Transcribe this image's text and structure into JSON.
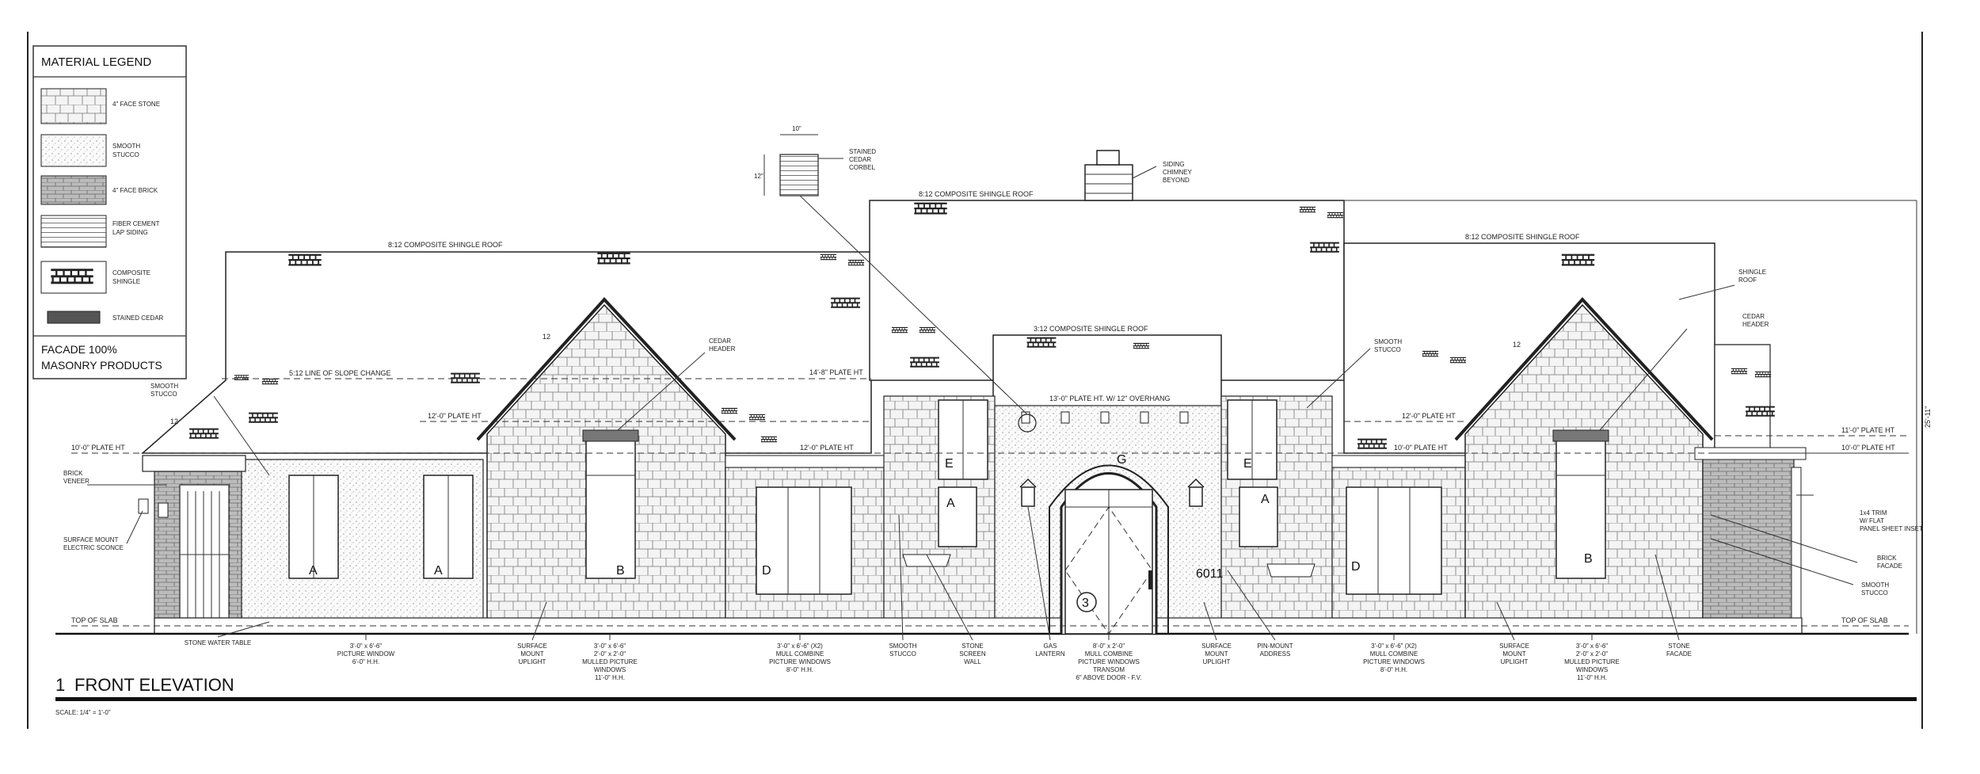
{
  "legend": {
    "title": "MATERIAL LEGEND",
    "items": [
      {
        "label_1": "4\" FACE STONE",
        "label_2": ""
      },
      {
        "label_1": "SMOOTH",
        "label_2": "STUCCO"
      },
      {
        "label_1": "4\" FACE BRICK",
        "label_2": ""
      },
      {
        "label_1": "FIBER CEMENT",
        "label_2": "LAP SIDING"
      },
      {
        "label_1": "COMPOSITE",
        "label_2": "SHINGLE"
      },
      {
        "label_1": "STAINED CEDAR",
        "label_2": ""
      }
    ],
    "note_1": "FACADE 100%",
    "note_2": "MASONRY PRODUCTS"
  },
  "drawing": {
    "title_number": "1",
    "title": "FRONT ELEVATION",
    "scale": "SCALE: 1/4\" = 1'-0\"",
    "overall_height": "25'-11\"",
    "address": "6011",
    "door_tag": "3"
  },
  "roof_labels": {
    "left": "8:12 COMPOSITE SHINGLE ROOF",
    "center": "8:12 COMPOSITE SHINGLE ROOF",
    "right": "8:12 COMPOSITE SHINGLE ROOF",
    "entry": "3:12 COMPOSITE SHINGLE ROOF",
    "slope_change": "5:12 LINE OF SLOPE CHANGE",
    "pitch": "12"
  },
  "plate_heights": {
    "p10_left": "10'-0\" PLATE HT",
    "p12_left": "12'-0\" PLATE HT",
    "p14": "14'-8\" PLATE HT",
    "p12_mid": "12'-0\" PLATE HT",
    "p13_entry": "13'-0\" PLATE HT. W/ 12\" OVERHANG",
    "p12_right": "12'-0\" PLATE HT",
    "p10_right_mid": "10'-0\" PLATE HT",
    "p11_right": "11'-0\" PLATE HT",
    "p10_right": "10'-0\" PLATE HT",
    "slab_left": "TOP OF SLAB",
    "slab_right": "TOP OF SLAB"
  },
  "callouts": {
    "corbel": [
      "STAINED",
      "CEDAR",
      "CORBEL"
    ],
    "corbel_dim_w": "10\"",
    "corbel_dim_h": "12\"",
    "chimney": [
      "SIDING",
      "CHIMNEY",
      "BEYOND"
    ],
    "cedar_header_left": [
      "CEDAR",
      "HEADER"
    ],
    "cedar_header_right": [
      "CEDAR",
      "HEADER"
    ],
    "smooth_stucco_left": [
      "SMOOTH",
      "STUCCO"
    ],
    "smooth_stucco_center": [
      "SMOOTH",
      "STUCCO"
    ],
    "shingle_roof": [
      "SHINGLE",
      "ROOF"
    ],
    "brick_veneer": [
      "BRICK",
      "VENEER"
    ],
    "sconce": [
      "SURFACE MOUNT",
      "ELECTRIC SCONCE"
    ],
    "trim": [
      "1x4 TRIM",
      "W/ FLAT",
      "PANEL SHEET INSET"
    ],
    "brick_facade": [
      "BRICK",
      "FACADE"
    ],
    "smooth_stucco_right": [
      "SMOOTH",
      "STUCCO"
    ]
  },
  "bottom_notes": [
    {
      "lines": [
        "STONE WATER TABLE"
      ]
    },
    {
      "lines": [
        "3'-0\" x 6'-6\"",
        "PICTURE WINDOW",
        "6'-0\" H.H."
      ]
    },
    {
      "lines": [
        "SURFACE",
        "MOUNT",
        "UPLIGHT"
      ]
    },
    {
      "lines": [
        "3'-0\" x 6'-6\"",
        "2'-0\" x 2'-0\"",
        "MULLED PICTURE",
        "WINDOWS",
        "11'-0\" H.H."
      ]
    },
    {
      "lines": [
        "3'-0\" x 6'-6\" (X2)",
        "MULL COMBINE",
        "PICTURE WINDOWS",
        "8'-0\" H.H."
      ]
    },
    {
      "lines": [
        "SMOOTH",
        "STUCCO"
      ]
    },
    {
      "lines": [
        "STONE",
        "SCREEN",
        "WALL"
      ]
    },
    {
      "lines": [
        "GAS",
        "LANTERN"
      ]
    },
    {
      "lines": [
        "8'-0\" x 2'-0\"",
        "MULL COMBINE",
        "PICTURE WINDOWS",
        "TRANSOM",
        "6\" ABOVE DOOR - F.V."
      ]
    },
    {
      "lines": [
        "SURFACE",
        "MOUNT",
        "UPLIGHT"
      ]
    },
    {
      "lines": [
        "PIN-MOUNT",
        "ADDRESS"
      ]
    },
    {
      "lines": [
        "3'-0\" x 6'-6\" (X2)",
        "MULL COMBINE",
        "PICTURE WINDOWS",
        "8'-0\" H.H."
      ]
    },
    {
      "lines": [
        "SURFACE",
        "MOUNT",
        "UPLIGHT"
      ]
    },
    {
      "lines": [
        "3'-0\" x 6'-6\"",
        "2'-0\" x 2'-0\"",
        "MULLED PICTURE",
        "WINDOWS",
        "11'-0\" H.H."
      ]
    },
    {
      "lines": [
        "STONE",
        "FACADE"
      ]
    }
  ],
  "window_tags": [
    "A",
    "A",
    "B",
    "D",
    "E",
    "A",
    "G",
    "E",
    "A",
    "D",
    "B"
  ],
  "colors": {
    "line": "#222222",
    "fill_stone": "#f2f2f2",
    "brick": "#bdbdbd",
    "cedar": "#555555"
  }
}
